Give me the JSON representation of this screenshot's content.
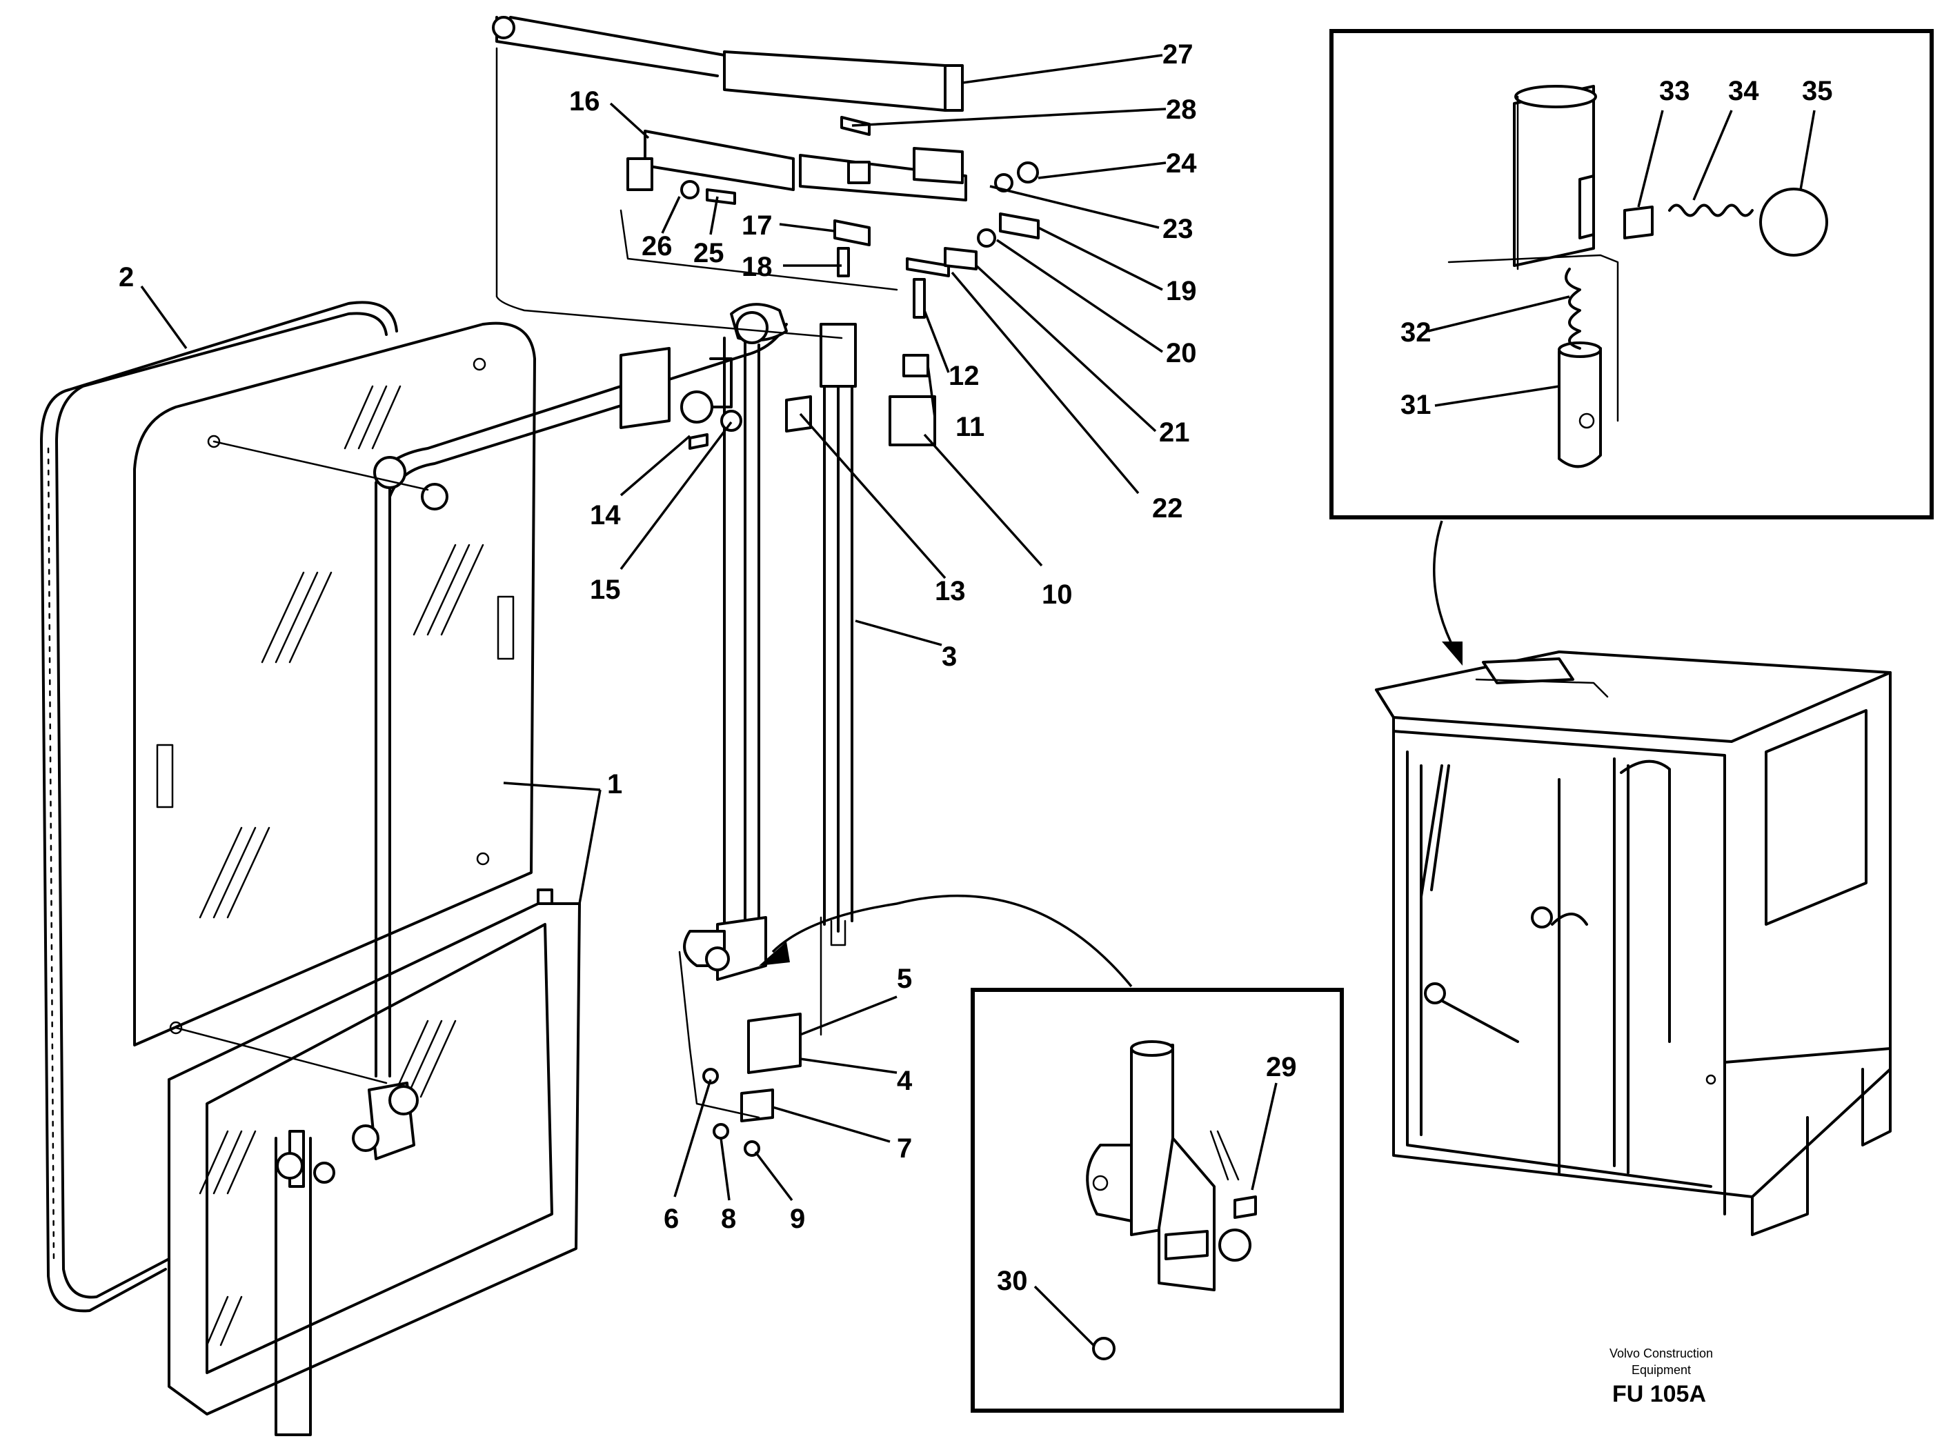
{
  "callouts": {
    "c1": "1",
    "c2": "2",
    "c3": "3",
    "c4": "4",
    "c5": "5",
    "c6": "6",
    "c7": "7",
    "c8": "8",
    "c9": "9",
    "c10": "10",
    "c11": "11",
    "c12": "12",
    "c13": "13",
    "c14": "14",
    "c15": "15",
    "c16": "16",
    "c17": "17",
    "c18": "18",
    "c19": "19",
    "c20": "20",
    "c21": "21",
    "c22": "22",
    "c23": "23",
    "c24": "24",
    "c25": "25",
    "c26": "26",
    "c27": "27",
    "c28": "28",
    "c29": "29",
    "c30": "30",
    "c31": "31",
    "c32": "32",
    "c33": "33",
    "c34": "34",
    "c35": "35"
  },
  "footer": {
    "company_line1": "Volvo Construction",
    "company_line2": "Equipment",
    "drawing_code": "FU 105A"
  }
}
